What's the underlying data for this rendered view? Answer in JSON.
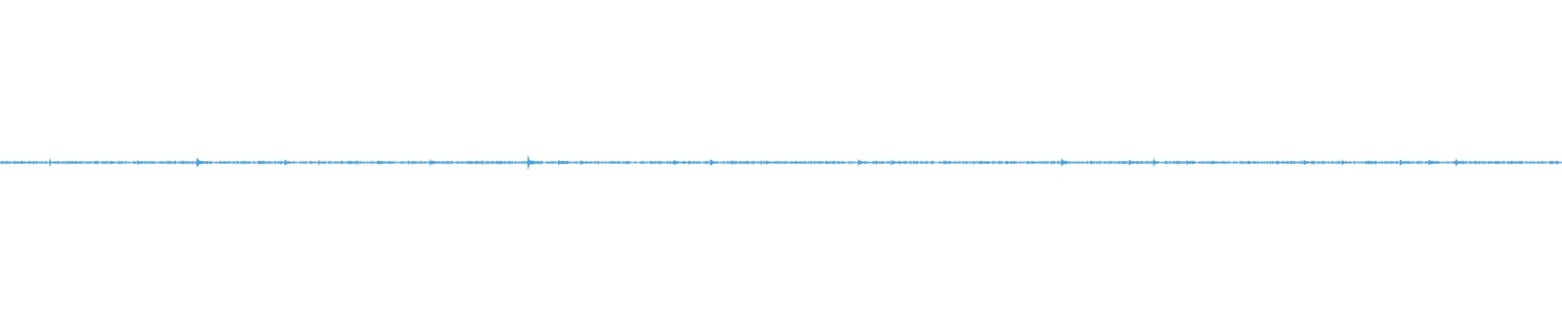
{
  "waveform": {
    "color": "#4aa3df",
    "background": "#ffffff",
    "peak_count": 52,
    "normalized_peaks": [
      0.05,
      0.12,
      0.05,
      0.1,
      0.08,
      0.05,
      0.18,
      0.07,
      0.06,
      0.1,
      0.08,
      0.06,
      0.07,
      0.09,
      0.12,
      0.07,
      0.06,
      0.2,
      0.09,
      0.08,
      0.06,
      0.07,
      0.1,
      0.14,
      0.06,
      0.08,
      0.05,
      0.07,
      0.16,
      0.09,
      0.06,
      0.07,
      0.05,
      0.08,
      0.06,
      0.12,
      0.07,
      0.1,
      0.13,
      0.08,
      0.06,
      0.07,
      0.06,
      0.08,
      0.09,
      0.08,
      0.1,
      0.11,
      0.12,
      0.06,
      0.08,
      0.06
    ]
  }
}
